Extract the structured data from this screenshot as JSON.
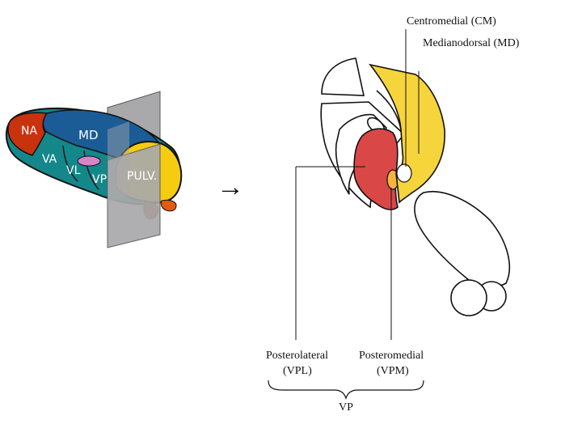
{
  "colors": {
    "na": "#c8330e",
    "md": "#1b5c96",
    "va_vl_vp": "#14878a",
    "pulvinar": "#f5cc12",
    "vl_spot": "#d884c8",
    "plane": "#a9a9ab",
    "geniculate_lateral": "#b5420c",
    "geniculate_medial": "#e35a10",
    "vpl": "#d94747",
    "vpm_core": "#f5b43c",
    "md_section": "#f6d43c",
    "outline": "#111111"
  },
  "left_labels": {
    "na": "NA",
    "md": "MD",
    "va": "VA",
    "vl": "VL",
    "vp": "VP",
    "pulv": "PULV."
  },
  "arrow_glyph": "→",
  "right_labels": {
    "cm": "Centromedial (CM)",
    "md": "Medianodorsal (MD)",
    "vpl_name": "Posterolateral",
    "vpl_abbr": "(VPL)",
    "vpm_name": "Posteromedial",
    "vpm_abbr": "(VPM)",
    "vp": "VP"
  }
}
